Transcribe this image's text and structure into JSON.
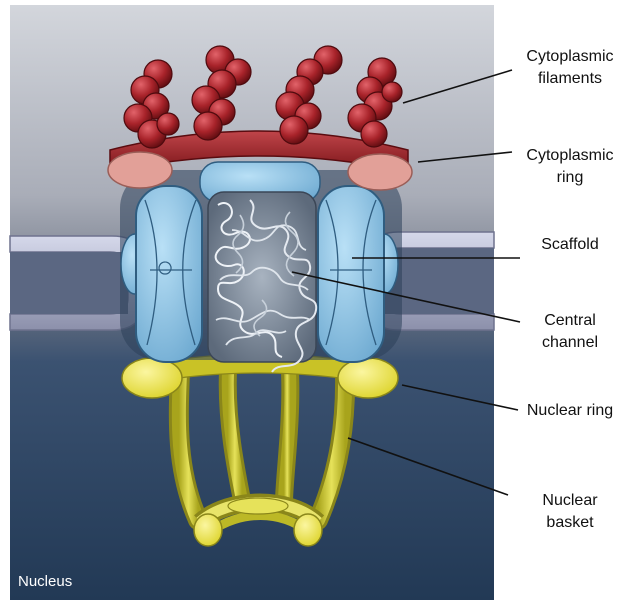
{
  "labels": {
    "cytoplasmic_filaments": [
      "Cytoplasmic",
      "filaments"
    ],
    "cytoplasmic_ring": [
      "Cytoplasmic",
      "ring"
    ],
    "scaffold": [
      "Scaffold"
    ],
    "central_channel": [
      "Central",
      "channel"
    ],
    "nuclear_ring": [
      "Nuclear ring"
    ],
    "nuclear_basket": [
      "Nuclear",
      "basket"
    ],
    "nucleus": "Nucleus"
  },
  "colors": {
    "cytoplasm_top": "#c9ccd3",
    "nucleus_bg": "#27415f",
    "membrane": "#aeb2cc",
    "filaments": "#9e1f24",
    "cytoplasmic_ring": "#e3a39a",
    "scaffold": "#8ec5e6",
    "central_channel": "#8794a4",
    "nuclear_ring": "#f2e84a",
    "nuclear_basket": "#c6c22a"
  }
}
